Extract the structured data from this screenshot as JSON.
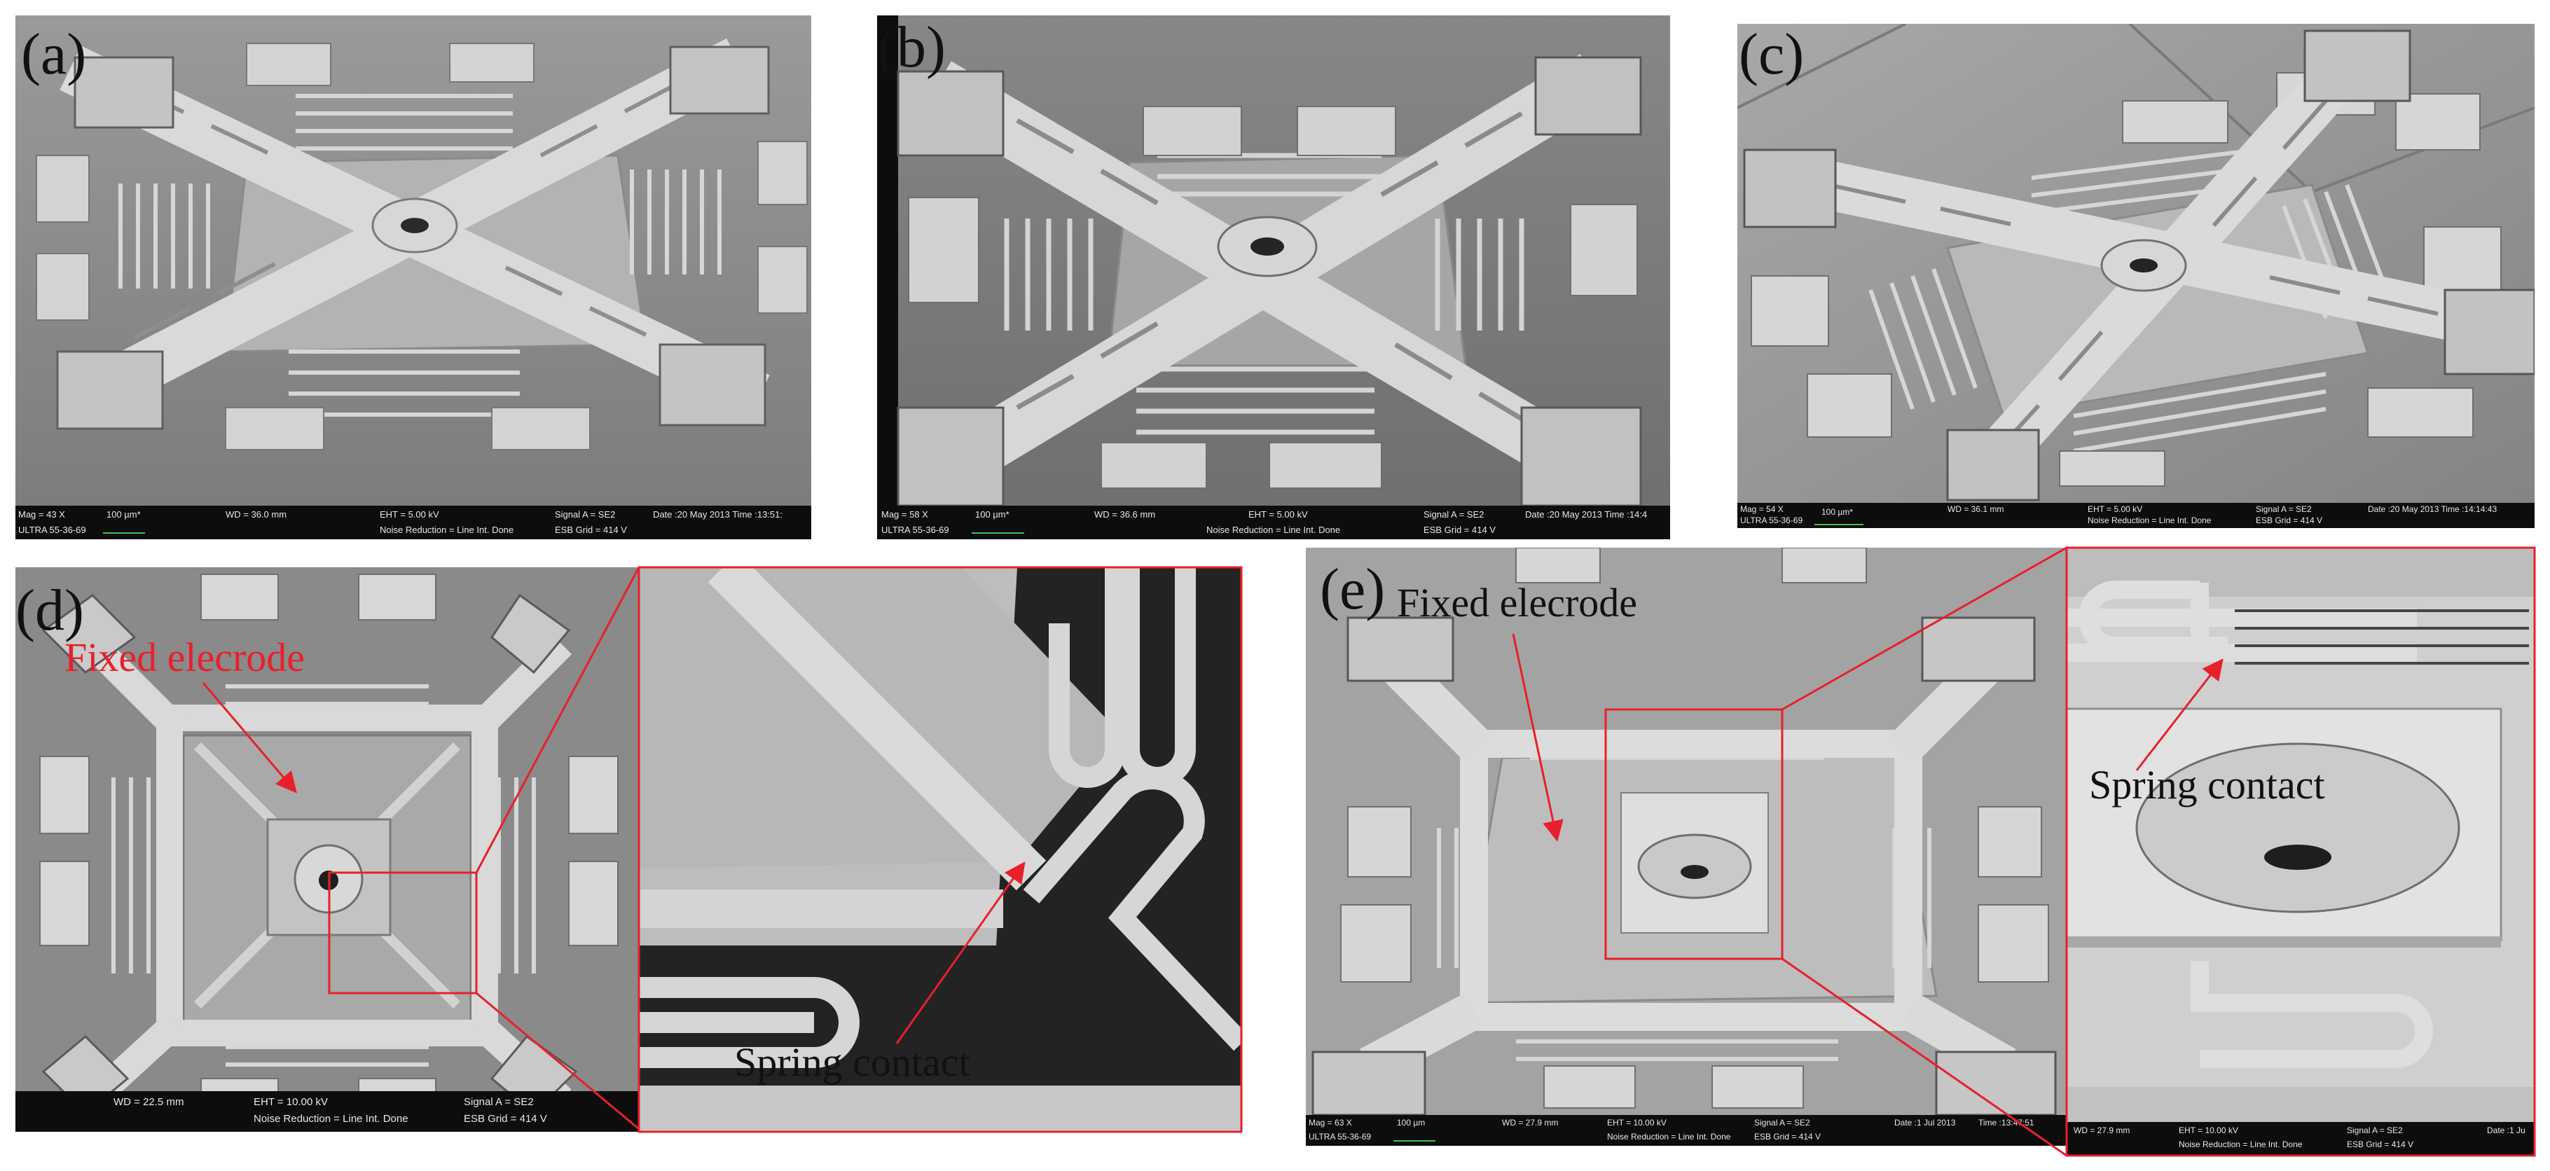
{
  "panels": {
    "a": {
      "letter": "(a)",
      "sem": {
        "mag": "Mag = 43 X",
        "scale": "100 µm*",
        "wd": "WD = 36.0 mm",
        "eht": "EHT = 5.00 kV",
        "signal": "Signal A = SE2",
        "date": "Date :20 May 2013 Time :13:51:",
        "id": "ULTRA 55-36-69",
        "noise": "Noise Reduction = Line Int. Done",
        "esb": "ESB Grid = 414 V"
      }
    },
    "b": {
      "letter": "(b)",
      "sem": {
        "mag": "Mag = 58 X",
        "scale": "100 µm*",
        "wd": "WD = 36.6 mm",
        "eht": "EHT = 5.00 kV",
        "signal": "Signal A = SE2",
        "date": "Date :20 May 2013 Time :14:4",
        "id": "ULTRA 55-36-69",
        "noise": "Noise Reduction = Line Int. Done",
        "esb": "ESB Grid = 414 V"
      }
    },
    "c": {
      "letter": "(c)",
      "sem": {
        "mag": "Mag = 54 X",
        "scale": "100 µm*",
        "wd": "WD = 36.1 mm",
        "eht": "EHT = 5.00 kV",
        "signal": "Signal A = SE2",
        "date": "Date :20 May 2013 Time :14:14:43",
        "id": "ULTRA 55-36-69",
        "noise": "Noise Reduction = Line Int. Done",
        "esb": "ESB Grid = 414 V"
      }
    },
    "d": {
      "letter": "(d)",
      "label_fixed": "Fixed elecrode",
      "label_spring": "Spring contact",
      "sem": {
        "wd": "WD = 22.5 mm",
        "eht": "EHT = 10.00 kV",
        "signal": "Signal A = SE2",
        "noise": "Noise Reduction = Line Int. Done",
        "esb": "ESB Grid = 414 V"
      }
    },
    "e": {
      "letter": "(e)",
      "label_fixed": "Fixed elecrode",
      "label_spring": "Spring contact",
      "sem": {
        "mag": "Mag = 63 X",
        "scale": "100 µm",
        "wd": "WD = 27.9 mm",
        "eht": "EHT = 10.00 kV",
        "signal": "Signal A = SE2",
        "date": "Date :1 Jul 2013",
        "time": "Time :13:47:51",
        "id": "ULTRA 55-36-69",
        "noise": "Noise Reduction = Line Int. Done",
        "esb": "ESB Grid = 414 V"
      },
      "zoom_sem": {
        "wd": "WD = 27.9 mm",
        "eht": "EHT = 10.00 kV",
        "signal": "Signal A = SE2",
        "date": "Date :1 Ju",
        "noise": "Noise Reduction = Line Int. Done",
        "esb": "ESB Grid = 414 V"
      }
    }
  },
  "colors": {
    "annotation_red": "#e8202a",
    "sem_background": "#8d8d8d",
    "device_light": "#cfcfcf",
    "info_bar": "#0d0d0d"
  }
}
